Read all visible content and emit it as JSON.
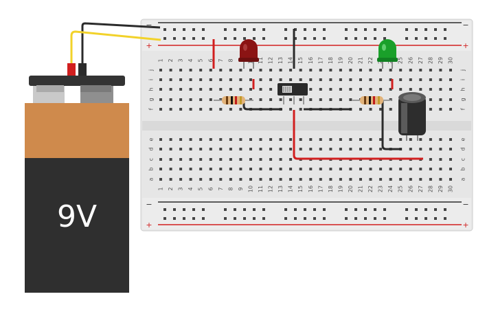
{
  "battery": {
    "label": "9V"
  },
  "rail_signs": {
    "minus": "−",
    "plus": "+"
  },
  "row_labels": {
    "top": [
      "j",
      "i",
      "h",
      "g",
      "f"
    ],
    "bottom": [
      "e",
      "d",
      "c",
      "b",
      "a"
    ]
  },
  "column_numbers": [
    "1",
    "2",
    "3",
    "4",
    "5",
    "6",
    "7",
    "8",
    "9",
    "10",
    "11",
    "12",
    "13",
    "14",
    "15",
    "16",
    "17",
    "18",
    "19",
    "20",
    "21",
    "22",
    "23",
    "24",
    "25",
    "26",
    "27",
    "28",
    "29",
    "30"
  ],
  "colors": {
    "wire_red": "#d11f1f",
    "wire_black": "#2b2b2b",
    "wire_yellow": "#f2d22a",
    "led_red": "#8b1414",
    "led_green": "#1aa02a",
    "battery_orange": "#cf8a4c",
    "battery_body": "#2f2f2f",
    "board": "#e9e9e9"
  }
}
